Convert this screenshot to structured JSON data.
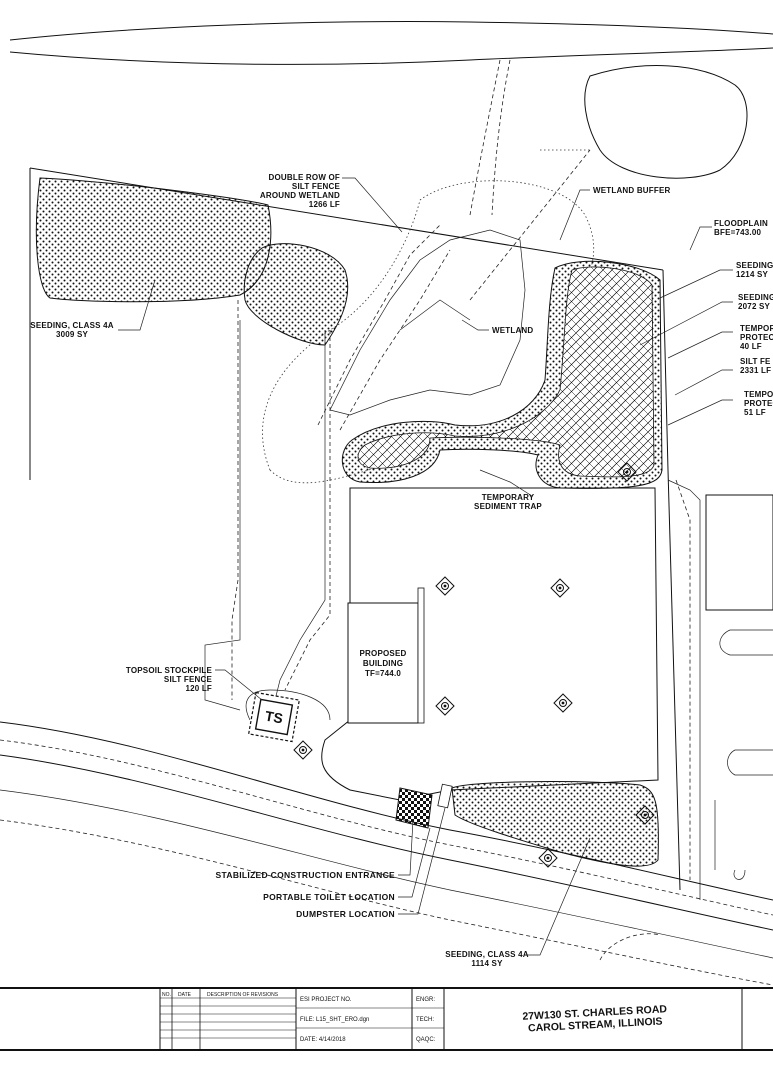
{
  "labels": {
    "silt_fence_wetland": [
      "DOUBLE ROW OF",
      "SILT FENCE",
      "AROUND WETLAND",
      "1266 LF"
    ],
    "wetland_buffer": "WETLAND BUFFER",
    "floodplain": [
      "FLOODPLAIN",
      "BFE=743.00"
    ],
    "seeding_right_1": [
      "SEEDING,",
      "1214 SY"
    ],
    "seeding_right_2": [
      "SEEDING,",
      "2072 SY"
    ],
    "temp_protect_1": [
      "TEMPORA",
      "PROTECT",
      "40 LF"
    ],
    "silt_fence_right": [
      "SILT FE",
      "2331 LF"
    ],
    "temp_protect_2": [
      "TEMPOR",
      "PROTEC",
      "51 LF"
    ],
    "seeding_left": [
      "SEEDING, CLASS 4A",
      "3009 SY"
    ],
    "wetland": "WETLAND",
    "sediment_trap": [
      "TEMPORARY",
      "SEDIMENT TRAP"
    ],
    "building": [
      "PROPOSED",
      "BUILDING",
      "TF=744.0"
    ],
    "topsoil": [
      "TOPSOIL STOCKPILE",
      "SILT FENCE",
      "120 LF"
    ],
    "ts": "TS",
    "construction_entrance": "STABILIZED CONSTRUCTION ENTRANCE",
    "toilet": "PORTABLE TOILET LOCATION",
    "dumpster": "DUMPSTER LOCATION",
    "seeding_bottom": [
      "SEEDING, CLASS 4A",
      "1114 SY"
    ]
  },
  "title_block": {
    "col_no": "NO.",
    "col_date": "DATE",
    "col_desc": "DESCRIPTION OF REVISIONS",
    "project": "ESI PROJECT NO.",
    "file": "FILE: L15_SHT_ERO.dgn",
    "date": "DATE: 4/14/2018",
    "engr": "ENGR:",
    "tech": "TECH:",
    "qaqc": "QAQC:",
    "address_1": "27W130 ST. CHARLES ROAD",
    "address_2": "CAROL STREAM, ILLINOIS"
  },
  "colors": {
    "ink": "#111111",
    "paper": "#ffffff"
  }
}
